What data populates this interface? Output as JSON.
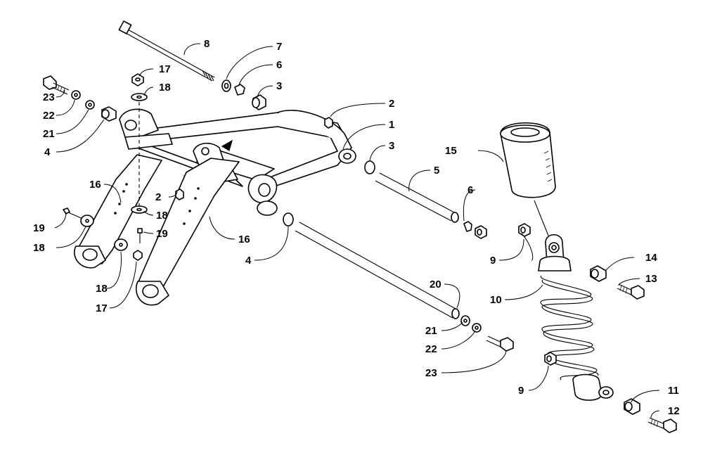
{
  "callouts": [
    "1",
    "2",
    "2",
    "3",
    "3",
    "4",
    "4",
    "5",
    "6",
    "6",
    "7",
    "8",
    "9",
    "9",
    "10",
    "11",
    "12",
    "13",
    "14",
    "15",
    "16",
    "16",
    "17",
    "17",
    "18",
    "18",
    "18",
    "18",
    "19",
    "19",
    "20",
    "21",
    "21",
    "22",
    "22",
    "23",
    "23"
  ]
}
